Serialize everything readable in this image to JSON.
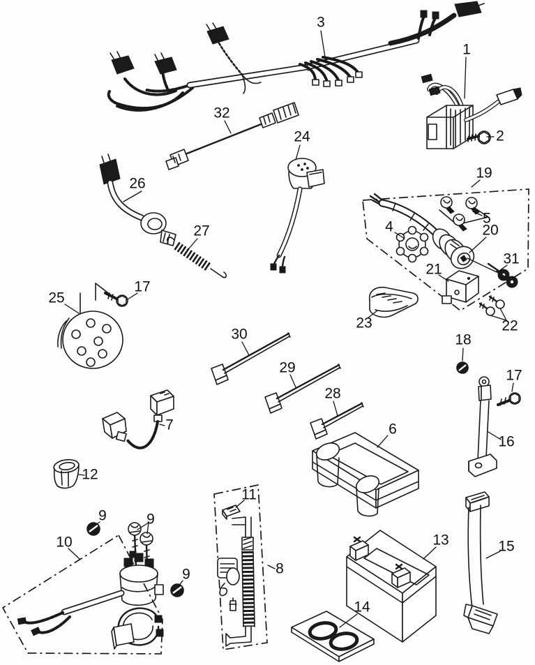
{
  "diagram": {
    "kind": "exploded-parts-diagram",
    "background": "#fdfdfd",
    "ink_color": "#1a1a1a",
    "callouts": {
      "n1": "1",
      "n2": "2",
      "n3": "3",
      "n4": "4",
      "n5": "5",
      "n6": "6",
      "n7": "7",
      "n8": "8",
      "n9": "9",
      "n10": "10",
      "n11": "11",
      "n12": "12",
      "n13": "13",
      "n14": "14",
      "n15": "15",
      "n16": "16",
      "n17": "17",
      "n18": "18",
      "n19": "19",
      "n20": "20",
      "n21": "21",
      "n22": "22",
      "n23": "23",
      "n24": "24",
      "n25": "25",
      "n26": "26",
      "n27": "27",
      "n28": "28",
      "n29": "29",
      "n30": "30",
      "n31": "31",
      "n32": "32"
    }
  }
}
